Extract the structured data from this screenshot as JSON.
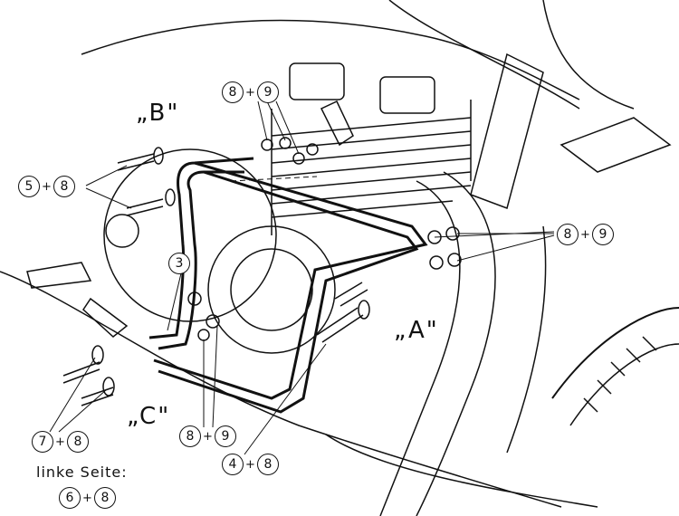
{
  "labels": {
    "b": "„B\"",
    "a": "„A\"",
    "c": "„C\""
  },
  "callouts": {
    "top": [
      "8",
      "+",
      "9"
    ],
    "left": [
      "5",
      "+",
      "8"
    ],
    "right": [
      "8",
      "+",
      "9"
    ],
    "three": [
      "3"
    ],
    "bottom": [
      "8",
      "+",
      "9"
    ],
    "seven": [
      "7",
      "+",
      "8"
    ],
    "four": [
      "4",
      "+",
      "8"
    ],
    "left_side": [
      "6",
      "+",
      "8"
    ]
  },
  "note": "linke Seite:"
}
